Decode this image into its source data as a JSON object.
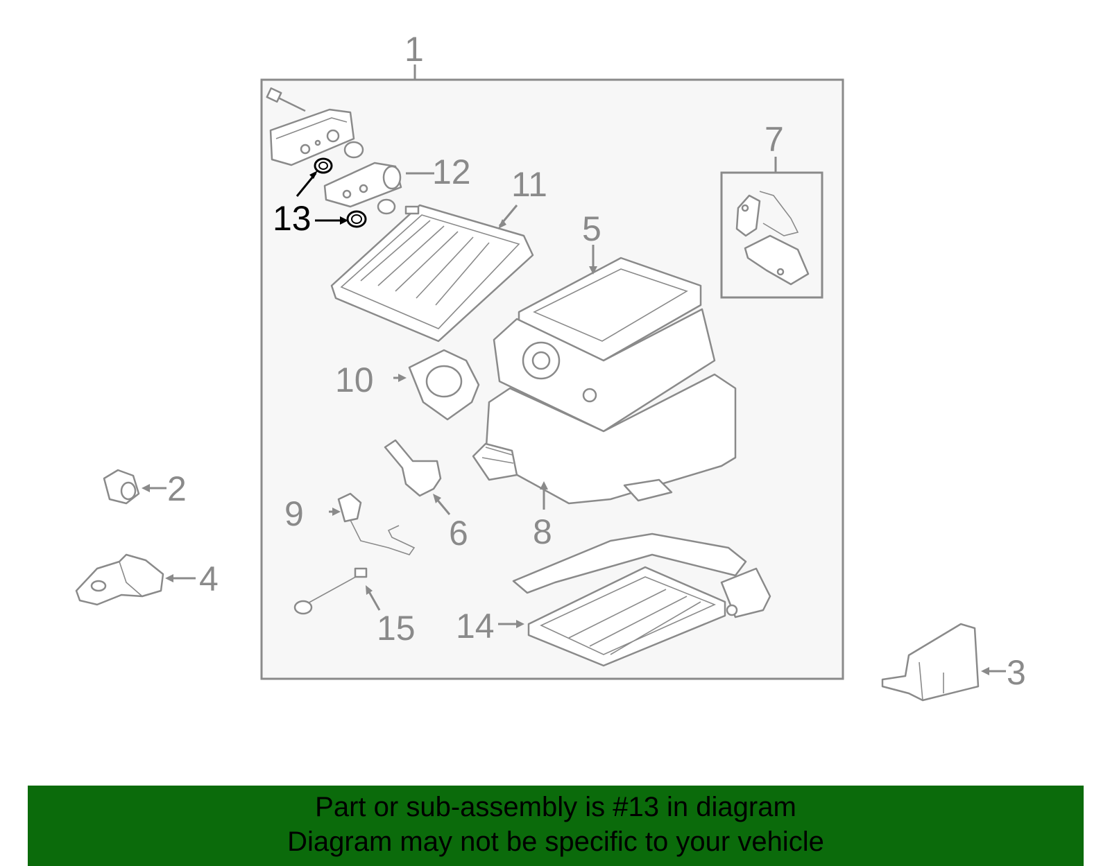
{
  "callouts": {
    "c1": "1",
    "c2": "2",
    "c3": "3",
    "c4": "4",
    "c5": "5",
    "c6": "6",
    "c7": "7",
    "c8": "8",
    "c9": "9",
    "c10": "10",
    "c11": "11",
    "c12": "12",
    "c13a": "13",
    "c14": "14",
    "c15": "15"
  },
  "highlight_part": "13",
  "colors": {
    "line_gray": "#8a8a8a",
    "highlight": "#000000",
    "banner_green": "#0b6b0b",
    "box_fill": "#f7f7f7"
  },
  "banner": {
    "line1": "Part or sub-assembly is #13 in diagram",
    "line2": "Diagram may not be specific to your vehicle"
  }
}
